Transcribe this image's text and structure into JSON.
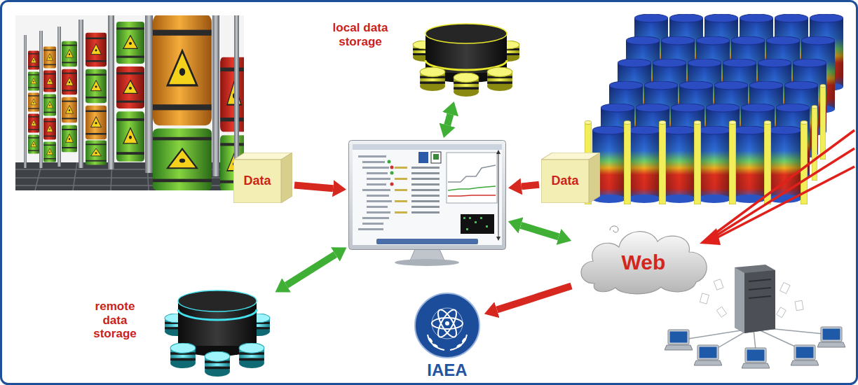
{
  "diagram": {
    "nodes": [
      {
        "text": [
          "local data storage"
        ]
      },
      {
        "text": [
          "Data"
        ]
      },
      {
        "text": []
      },
      {
        "text": [
          "Data"
        ]
      },
      {
        "text": [
          "Web"
        ]
      },
      {
        "text": [
          "remote data storage"
        ]
      },
      {
        "text": [
          "IAEA"
        ]
      }
    ],
    "edges": [
      {
        "from": 1,
        "to": 2,
        "arrow": "to"
      },
      {
        "from": 3,
        "to": 2,
        "arrow": "to"
      },
      {
        "from": 2,
        "to": 0,
        "arrow": "both"
      },
      {
        "from": 2,
        "to": 4,
        "arrow": "both"
      },
      {
        "from": 2,
        "to": 5,
        "arrow": "both"
      },
      {
        "from": 4,
        "to": 6,
        "arrow": "to"
      }
    ]
  }
}
